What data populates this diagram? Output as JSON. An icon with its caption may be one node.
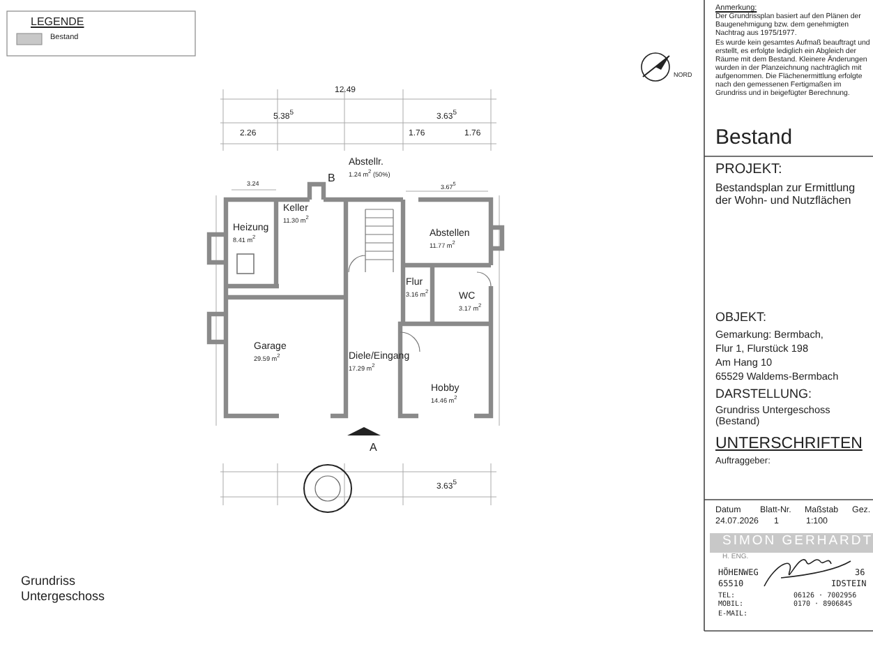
{
  "diagram": {
    "nodes": [
      {
        "text": [
          "Heizung",
          "8.41 m$^{2}$"
        ]
      },
      {
        "text": [
          "Keller",
          "11.30 m$^{2}$"
        ]
      },
      {
        "text": [
          "Abstellr.",
          "1.24 m$^{2}$ (50%)"
        ]
      },
      {
        "text": [
          "Abstellen",
          "11.77 m$^{2}$"
        ]
      },
      {
        "text": [
          "Flur",
          "3.16 m$^{2}$"
        ]
      },
      {
        "text": [
          "WC",
          "3.17 m$^{2}$"
        ]
      },
      {
        "text": [
          "Garage",
          "29.59 m$^{2}$"
        ]
      },
      {
        "text": [
          "Diele/Eingang",
          "17.29 m$^{2}$"
        ]
      },
      {
        "text": [
          "Hobby",
          "14.46 m$^{2}$"
        ]
      }
    ],
    "labels": [
      "LEGENDE",
      "NORD",
      "Anmerkung:",
      "Der Grundrissplan basiert auf den Plänen der Baugenehmigung bzw. dem genehmigten Nachtrag aus 1975/1977.",
      "Es wurde kein gesamtes Aufmaß beauftragt und erstellt, es erfolgte lediglich ein Abgleich der Räume mit dem Bestand. Kleinere Änderungen wurden in der Planzeichnung nachträglich mit aufgenommen. Die Flächenermittlung erfolgte nach den gemessenen Fertigmaßen im Grundriss und in beigefügter Berechnung.",
      "12.49",
      "5.38$^{5}$",
      "3.63$^{5}$",
      "2.26",
      "1.76",
      "1.76",
      "B",
      "3.24",
      "3.67$^{5}$",
      "Bestand",
      "PROJEKT:",
      "Bestandsplan zur Ermittlung der Wohn- und Nutzflächen",
      "OBJEKT:",
      "Gemarkung: Bermbach,",
      "Flur 1, Flurstück 198",
      "Am Hang 10",
      "65529 Waldems-Bermbach",
      "DARSTELLUNG:",
      "Grundriss Untergeschoss (Bestand)",
      "UNTERSCHRIFTEN",
      "Auftraggeber:",
      "A",
      "3.63$^{5}$",
      "Grundriss",
      "Untergeschoss",
      "Datum",
      "Blatt-Nr.",
      "Maßstab",
      "Gez.",
      "24.07.2026",
      "1",
      "1:100",
      "SIMON GERHARDT",
      "H. ENG.",
      "HÖHENWEG",
      "36",
      "65510",
      "IDSTEIN",
      "TEL:",
      "06126 · 7002956",
      "MOBIL:",
      "0170 · 8906845",
      "E-MAIL:"
    ],
    "legend": [
      {
        "text": "Bestand",
        "color": "#c8c8c8"
      }
    ]
  }
}
